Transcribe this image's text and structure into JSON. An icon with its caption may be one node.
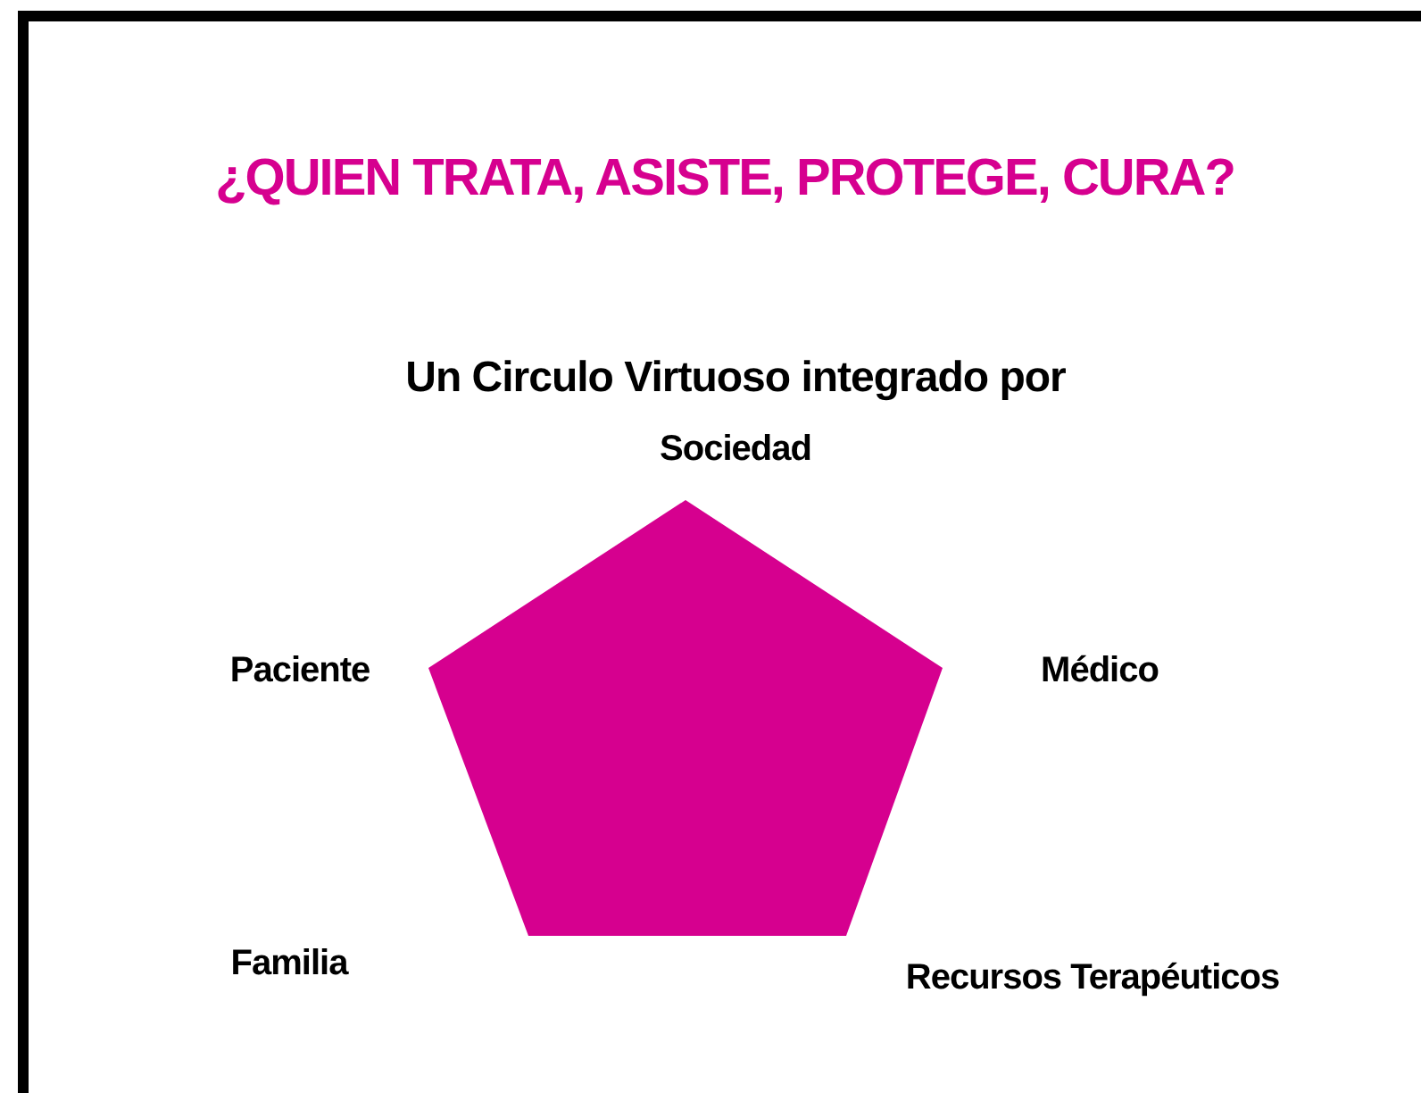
{
  "diagram": {
    "title": "¿QUIEN TRATA, ASISTE, PROTEGE, CURA?",
    "nodes": [
      {
        "text": [],
        "shape": "pentagon"
      }
    ],
    "labels": [
      "Un Circulo Virtuoso integrado por",
      "Sociedad",
      "Paciente",
      "Médico",
      "Familia",
      "Recursos Terapéuticos"
    ]
  }
}
